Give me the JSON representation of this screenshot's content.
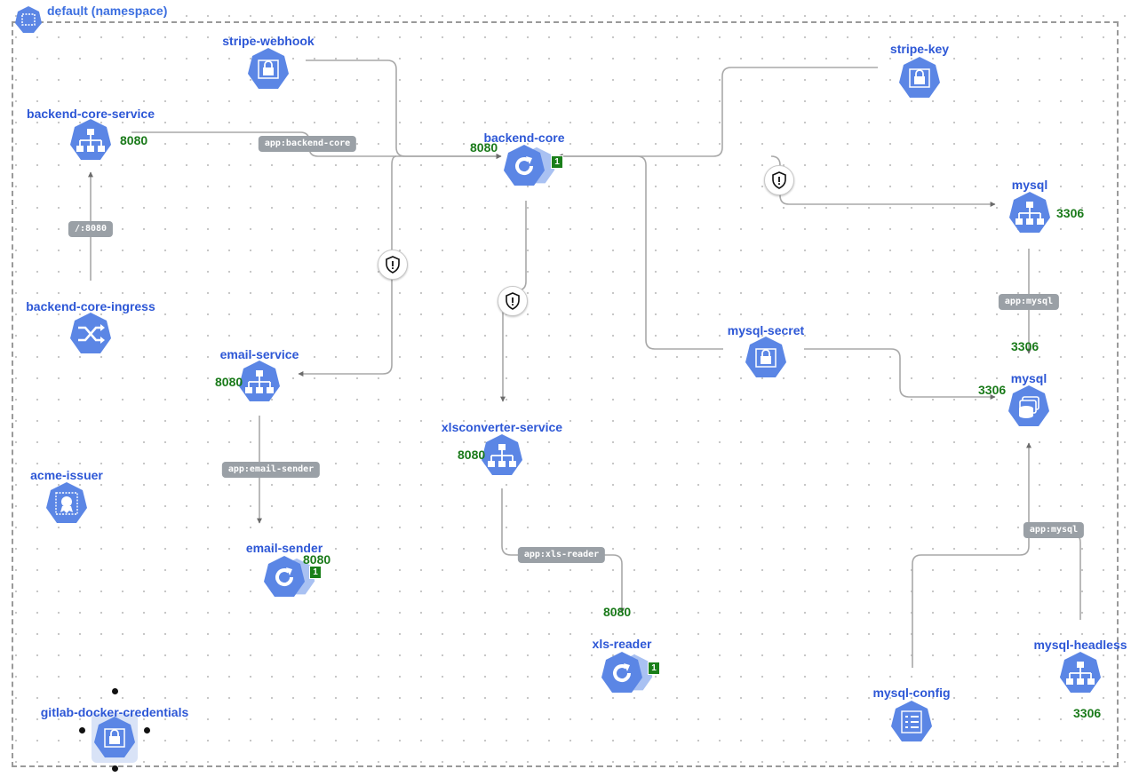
{
  "namespace": {
    "label": "default (namespace)"
  },
  "nodes": {
    "stripe_webhook": {
      "label": "stripe-webhook",
      "icon": "secret-icon"
    },
    "backend_core_service": {
      "label": "backend-core-service",
      "icon": "service-icon",
      "port": "8080"
    },
    "backend_core": {
      "label": "backend-core",
      "icon": "deployment-icon",
      "port": "8080",
      "replicas": "1"
    },
    "stripe_key": {
      "label": "stripe-key",
      "icon": "secret-icon"
    },
    "mysql_service": {
      "label": "mysql",
      "icon": "service-icon",
      "port": "3306"
    },
    "backend_core_ingress": {
      "label": "backend-core-ingress",
      "icon": "ingress-icon"
    },
    "email_service": {
      "label": "email-service",
      "icon": "service-icon",
      "port": "8080"
    },
    "mysql_secret": {
      "label": "mysql-secret",
      "icon": "secret-icon"
    },
    "mysql_statefulset": {
      "label": "mysql",
      "icon": "statefulset-icon",
      "port_in": "3306",
      "port_left": "3306"
    },
    "xlsconverter_service": {
      "label": "xlsconverter-service",
      "icon": "service-icon",
      "port": "8080"
    },
    "acme_issuer": {
      "label": "acme-issuer",
      "icon": "issuer-icon"
    },
    "email_sender": {
      "label": "email-sender",
      "icon": "deployment-icon",
      "port": "8080",
      "replicas": "1"
    },
    "xls_reader": {
      "label": "xls-reader",
      "icon": "deployment-icon",
      "port": "8080",
      "replicas": "1"
    },
    "mysql_config": {
      "label": "mysql-config",
      "icon": "configmap-icon"
    },
    "mysql_headless": {
      "label": "mysql-headless",
      "icon": "service-icon",
      "port": "3306"
    },
    "gitlab_docker_credentials": {
      "label": "gitlab-docker-credentials",
      "icon": "secret-icon"
    }
  },
  "edge_labels": {
    "backend_core_selector": "app:backend-core",
    "ingress_path": "/:8080",
    "mysql_selector": "app:mysql",
    "email_sender_selector": "app:email-sender",
    "xls_reader_selector": "app:xls-reader",
    "mysql_headless_selector": "app:mysql"
  },
  "colors": {
    "node_fill": "#5b86e5",
    "label": "#2d57d6",
    "port": "#1a7a1a",
    "edge": "#a8a8a8",
    "arrow": "#6b6b6b",
    "pill": "#9aa0a6"
  }
}
